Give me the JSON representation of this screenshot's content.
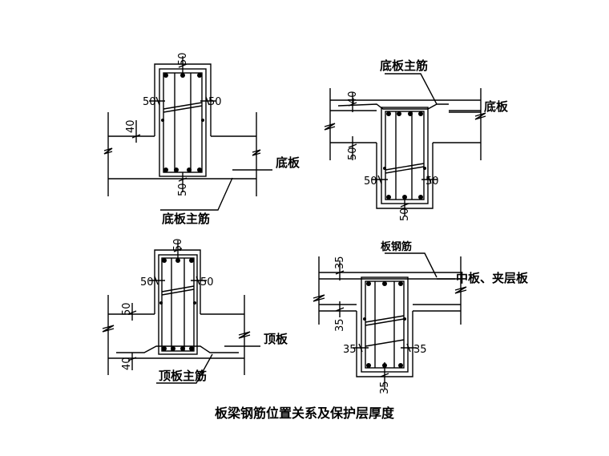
{
  "caption": "板梁钢筋位置关系及保护层厚度",
  "panels": {
    "top_left": {
      "dims": [
        "50",
        "50",
        "50",
        "40",
        "50"
      ],
      "labels": {
        "slab": "底板",
        "main_bar": "底板主筋"
      }
    },
    "top_right": {
      "dims": [
        "40",
        "50",
        "50",
        "50",
        "50"
      ],
      "labels": {
        "main_bar": "底板主筋",
        "slab": "底板"
      }
    },
    "bottom_left": {
      "dims": [
        "50",
        "50",
        "50",
        "50",
        "40"
      ],
      "labels": {
        "slab": "顶板",
        "main_bar": "顶板主筋"
      }
    },
    "bottom_right": {
      "dims": [
        "35",
        "35",
        "35",
        "35",
        "35"
      ],
      "labels": {
        "slab_bar": "板钢筋",
        "slab": "中板、夹层板"
      }
    }
  }
}
